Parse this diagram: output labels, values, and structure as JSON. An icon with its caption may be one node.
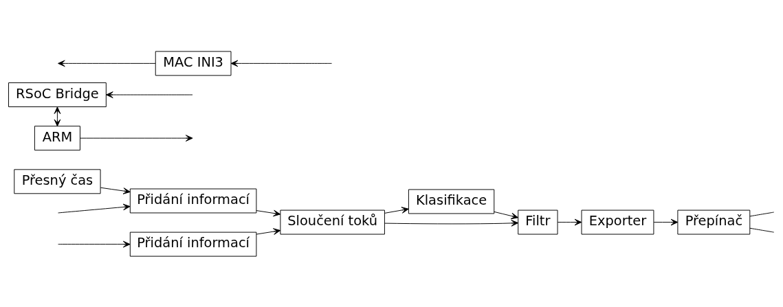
{
  "diagram": {
    "nodes": [
      {
        "text": [
          "Přesný čas"
        ]
      },
      {
        "text": [
          "Přidání informací"
        ]
      },
      {
        "text": [
          "Přidání informací"
        ]
      },
      {
        "text": [
          "Sloučení toků"
        ]
      },
      {
        "text": [
          "Klasifikace"
        ]
      },
      {
        "text": [
          "Filtr"
        ]
      },
      {
        "text": [
          "ARM"
        ]
      },
      {
        "text": [
          "RSoC Bridge"
        ]
      },
      {
        "text": [
          "Exporter"
        ]
      },
      {
        "text": [
          "Přepínač"
        ]
      },
      {
        "text": [
          "MAC INI3"
        ]
      }
    ],
    "edges": [
      {
        "from": null,
        "to": 1,
        "arrow": "to"
      },
      {
        "from": null,
        "to": 2,
        "arrow": "to"
      },
      {
        "from": 0,
        "to": 1,
        "arrow": "to"
      },
      {
        "from": 1,
        "to": 3,
        "arrow": "to"
      },
      {
        "from": 2,
        "to": 3,
        "arrow": "to"
      },
      {
        "from": 3,
        "to": 4,
        "arrow": "to"
      },
      {
        "from": 3,
        "to": 5,
        "arrow": "to"
      },
      {
        "from": 4,
        "to": 5,
        "arrow": "to"
      },
      {
        "from": 5,
        "to": 8,
        "arrow": "to"
      },
      {
        "from": 8,
        "to": 9,
        "arrow": "to"
      },
      {
        "from": 9,
        "to": null,
        "arrow": "none"
      },
      {
        "from": 9,
        "to": null,
        "arrow": "none"
      },
      {
        "from": 6,
        "to": null,
        "arrow": "to"
      },
      {
        "from": 7,
        "to": 6,
        "arrow": "both"
      },
      {
        "from": null,
        "to": 7,
        "arrow": "to"
      },
      {
        "from": null,
        "to": 10,
        "arrow": "to"
      },
      {
        "from": 10,
        "to": null,
        "arrow": "to"
      }
    ]
  }
}
